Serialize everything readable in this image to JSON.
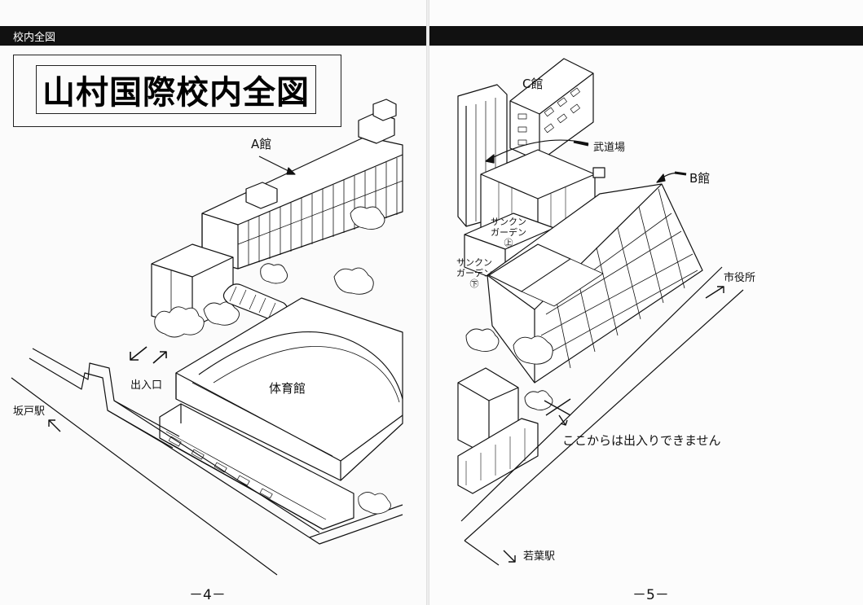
{
  "header": {
    "left_section": "校内全図"
  },
  "title": "山村国際校内全図",
  "labels": {
    "building_a": "A館",
    "building_b": "B館",
    "building_c": "C館",
    "gym": "体育館",
    "budojo": "武道場",
    "sunken_upper": "サンクン ガーデン ㊤",
    "sunken_lower": "サンクン ガーデン ㊦",
    "entrance": "出入口",
    "sakado_station": "坂戸駅",
    "city_hall": "市役所",
    "wakaba_station": "若葉駅",
    "no_entry": "ここからは出入りできません"
  },
  "pages": {
    "left": "－4－",
    "right": "－5－"
  }
}
